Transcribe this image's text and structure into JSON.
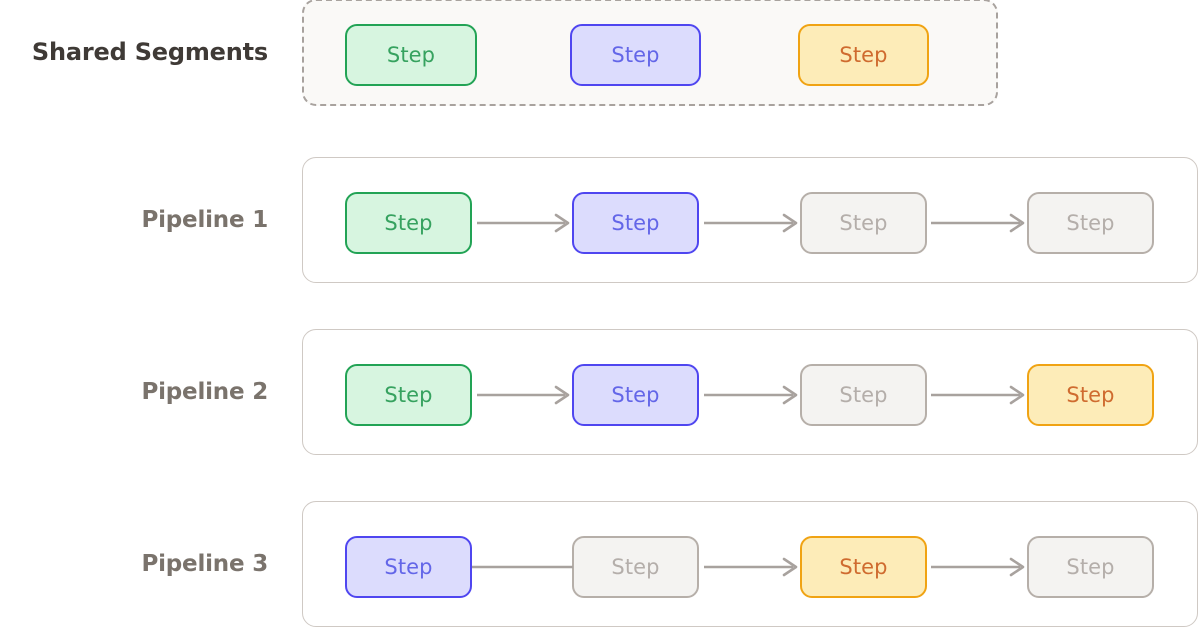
{
  "diagram": {
    "title_row": {
      "label": "Shared Segments"
    },
    "node_label": "Step",
    "colors": {
      "green_fill": "#d7f5e0",
      "green_border": "#22a355",
      "green_text": "#36a25f",
      "blue_fill": "#dcdcfd",
      "blue_border": "#4f46f0",
      "blue_text": "#6366e8",
      "orange_fill": "#fdecb8",
      "orange_border": "#f0a313",
      "orange_text": "#cf6b2f",
      "grey_fill": "#f4f3f1",
      "grey_border": "#b6afa9",
      "grey_text": "#b4aeaa",
      "connector": "#a8a29e",
      "shared_container_border": "#a8a29e",
      "shared_container_fill": "#faf9f7",
      "pipeline_container_border": "#cfc9c4",
      "heading_text": "#3f3a36",
      "pipeline_label_text": "#7a736c"
    },
    "shared_segments": {
      "label": "Shared Segments",
      "steps": [
        {
          "label": "Step",
          "state": "green"
        },
        {
          "label": "Step",
          "state": "blue"
        },
        {
          "label": "Step",
          "state": "orange"
        }
      ]
    },
    "pipelines": [
      {
        "label": "Pipeline 1",
        "steps": [
          {
            "label": "Step",
            "state": "green"
          },
          {
            "label": "Step",
            "state": "blue"
          },
          {
            "label": "Step",
            "state": "grey"
          },
          {
            "label": "Step",
            "state": "grey"
          }
        ],
        "connectors": [
          {
            "arrowhead": true
          },
          {
            "arrowhead": true
          },
          {
            "arrowhead": true
          }
        ]
      },
      {
        "label": "Pipeline 2",
        "steps": [
          {
            "label": "Step",
            "state": "green"
          },
          {
            "label": "Step",
            "state": "blue"
          },
          {
            "label": "Step",
            "state": "grey"
          },
          {
            "label": "Step",
            "state": "orange"
          }
        ],
        "connectors": [
          {
            "arrowhead": true
          },
          {
            "arrowhead": true
          },
          {
            "arrowhead": true
          }
        ]
      },
      {
        "label": "Pipeline 3",
        "steps": [
          {
            "label": "Step",
            "state": "blue"
          },
          {
            "label": "Step",
            "state": "grey"
          },
          {
            "label": "Step",
            "state": "orange"
          },
          {
            "label": "Step",
            "state": "grey"
          }
        ],
        "connectors": [
          {
            "arrowhead": false
          },
          {
            "arrowhead": true
          },
          {
            "arrowhead": true
          }
        ]
      }
    ]
  }
}
